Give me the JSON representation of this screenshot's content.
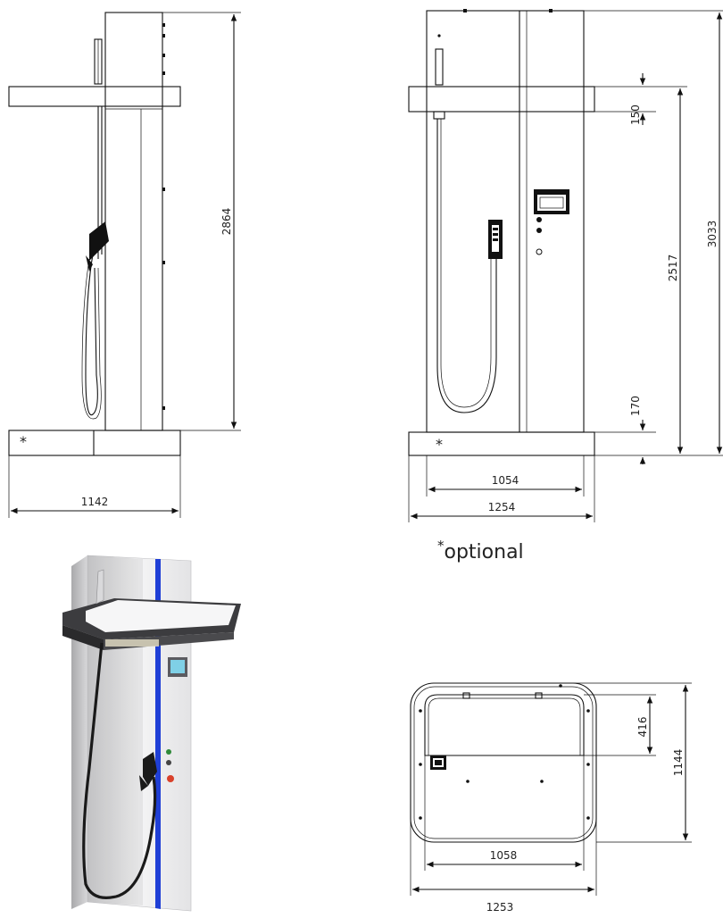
{
  "side_view": {
    "height_dim": "2864",
    "width_dim": "1142",
    "base_marker": "*"
  },
  "front_view": {
    "top_offset_dim": "150",
    "total_height_dim": "3033",
    "body_height_dim": "2517",
    "base_height_dim": "170",
    "inner_width_dim": "1054",
    "outer_width_dim": "1254",
    "base_marker": "*"
  },
  "footnote": {
    "star": "*",
    "text": "optional"
  },
  "plan_view": {
    "depth_dim": "1144",
    "recess_dim": "416",
    "inner_width_dim": "1058",
    "outer_width_dim": "1253"
  },
  "colors": {
    "accent_stripe": "#1f3fd6",
    "indicator_red": "#d9412b",
    "indicator_green": "#2f8a3a",
    "screen": "#7fd0e6"
  }
}
